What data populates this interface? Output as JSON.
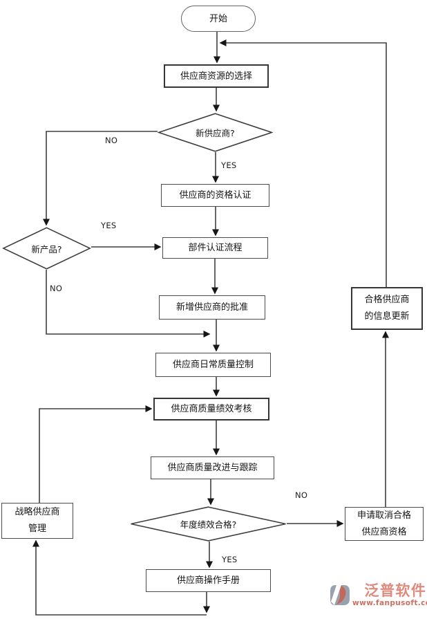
{
  "nodes": {
    "start": "开始",
    "supplier_resource_selection": "供应商资源的选择",
    "new_supplier_question": "新供应商?",
    "supplier_qualification": "供应商的资格认证",
    "new_product_question": "新产品?",
    "component_certification": "部件认证流程",
    "new_supplier_approval": "新增供应商的批准",
    "daily_quality_control": "供应商日常质量控制",
    "quality_performance_review": "供应商质量绩效考核",
    "quality_improvement_tracking": "供应商质量改进与跟踪",
    "annual_performance_question": "年度绩效合格?",
    "supplier_operation_manual": "供应商操作手册",
    "strategic_supplier_mgmt": {
      "line1": "战略供应商",
      "line2": "管理"
    },
    "qualified_supplier_info_update": {
      "line1": "合格供应商",
      "line2": "的信息更新"
    },
    "cancel_qualification_request": {
      "line1": "申请取消合格",
      "line2": "供应商资格"
    }
  },
  "edge_labels": {
    "new_supplier_no": "NO",
    "new_supplier_yes": "YES",
    "new_product_yes": "YES",
    "new_product_no": "NO",
    "annual_perf_no": "NO",
    "annual_perf_yes": "YES"
  },
  "logo": {
    "brand": "泛普软件",
    "website": "www.fanpusoft.com"
  },
  "colors": {
    "line": "#3e3e3e",
    "box_fill": "#ffffff",
    "logo_text": "#e0897d",
    "logo_url": "#cc6f61",
    "logo_icon_gray": "#99a1af",
    "logo_icon_red": "#c2695c"
  }
}
